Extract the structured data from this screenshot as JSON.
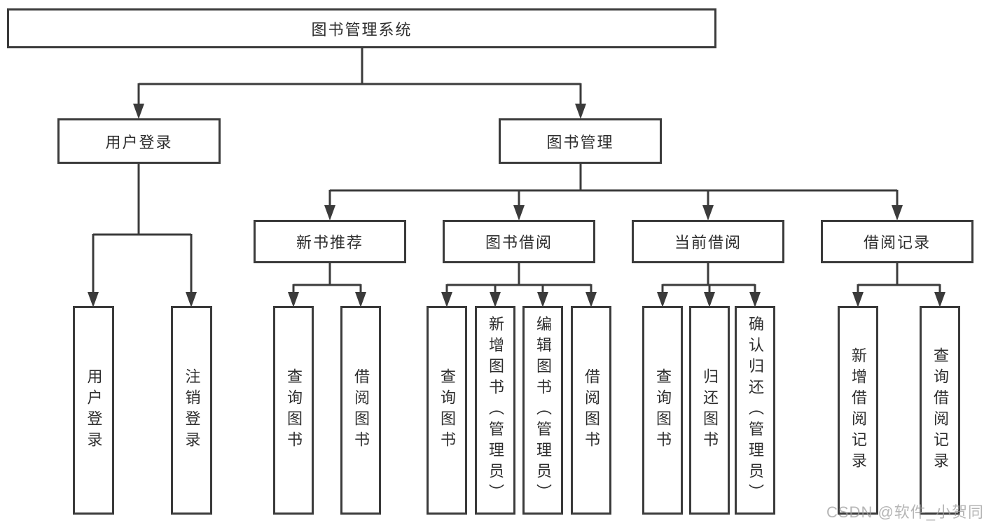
{
  "tree": {
    "root": "图书管理系统",
    "level2": {
      "user_login": "用户登录",
      "book_mgmt": "图书管理"
    },
    "level3": {
      "new_book": "新书推荐",
      "book_borrow": "图书借阅",
      "current_borrow": "当前借阅",
      "borrow_record": "借阅记录"
    },
    "leaves": {
      "user_login": [
        "用户登录",
        "注销登录"
      ],
      "new_book": [
        "查询图书",
        "借阅图书"
      ],
      "book_borrow": [
        "查询图书",
        "新增图书（管理员）",
        "编辑图书（管理员）",
        "借阅图书"
      ],
      "current_borrow": [
        "查询图书",
        "归还图书",
        "确认归还（管理员）"
      ],
      "borrow_record": [
        "新增借阅记录",
        "查询借阅记录"
      ]
    }
  },
  "watermark": "CSDN @软件_小贺同学",
  "colors": {
    "line": "#3b3b3b",
    "box_border": "#3b3b3b",
    "box_fill": "#ffffff",
    "text": "#2e2e2e",
    "watermark": "#9e9e9e"
  }
}
